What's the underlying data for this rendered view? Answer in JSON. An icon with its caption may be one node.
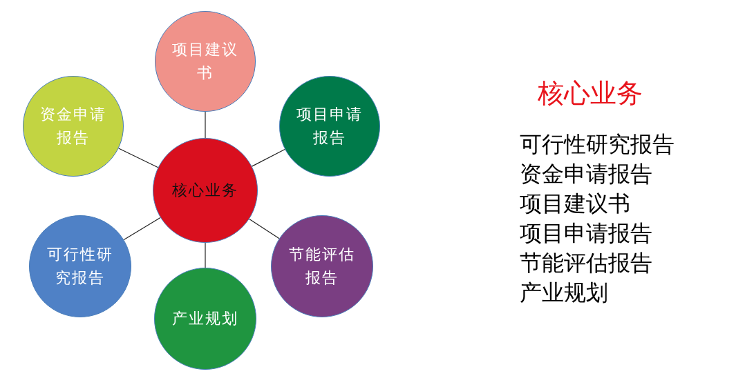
{
  "diagram": {
    "title": "核心业务",
    "nodes": [
      {
        "text": [
          "项目建议书"
        ]
      },
      {
        "text": [
          "资金申请报告"
        ]
      },
      {
        "text": [
          "项目申请报告"
        ]
      },
      {
        "text": [
          "核心业务"
        ]
      },
      {
        "text": [
          "可行性研究报告"
        ]
      },
      {
        "text": [
          "节能评估报告"
        ]
      },
      {
        "text": [
          "产业规划"
        ]
      }
    ],
    "edges": [
      {
        "from": 3,
        "to": 0,
        "arrow": "none"
      },
      {
        "from": 3,
        "to": 1,
        "arrow": "none"
      },
      {
        "from": 3,
        "to": 2,
        "arrow": "none"
      },
      {
        "from": 3,
        "to": 4,
        "arrow": "none"
      },
      {
        "from": 3,
        "to": 5,
        "arrow": "none"
      },
      {
        "from": 3,
        "to": 6,
        "arrow": "none"
      }
    ],
    "labels": [
      "可行性研究报告",
      "资金申请报告",
      "项目建议书",
      "项目申请报告",
      "节能评估报告",
      "产业规划"
    ]
  }
}
